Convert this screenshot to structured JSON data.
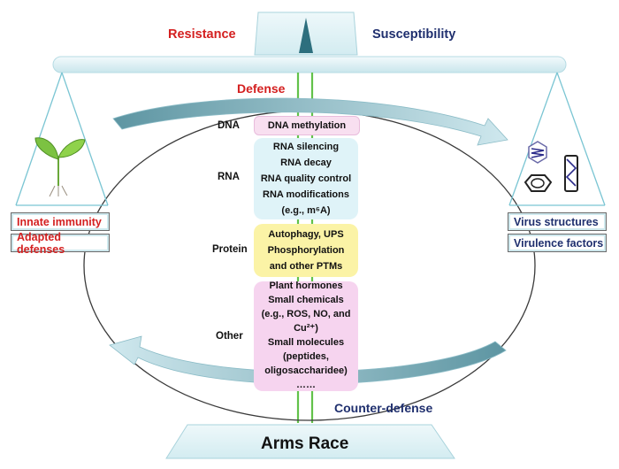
{
  "header": {
    "resistance": "Resistance",
    "susceptibility": "Susceptibility",
    "defense": "Defense",
    "counter_defense": "Counter-defense",
    "arms_race": "Arms Race"
  },
  "levels": {
    "dna": "DNA",
    "rna": "RNA",
    "protein": "Protein",
    "other": "Other"
  },
  "boxes": {
    "dna": [
      "DNA methylation"
    ],
    "rna": [
      "RNA silencing",
      "RNA decay",
      "RNA quality control",
      "RNA modifications",
      "(e.g., m⁶A)"
    ],
    "protein": [
      "Autophagy, UPS",
      "Phosphorylation",
      "and other PTMs"
    ],
    "other": [
      "Plant hormones",
      "Small chemicals",
      "(e.g., ROS, NO, and",
      "Cu²⁺)",
      "Small molecules",
      "(peptides,",
      "oligosaccharidee)",
      "……"
    ]
  },
  "left_pan": {
    "innate": "Innate immunity",
    "adapted": "Adapted defenses"
  },
  "right_pan": {
    "structures": "Virus structures",
    "virulence": "Virulence factors"
  },
  "colors": {
    "red_text": "#d42020",
    "navy_text": "#1f2f6e",
    "beam": "#e4f3f6",
    "dna_box": "#f8dff0",
    "rna_box": "#dff3f8",
    "protein_box": "#fbf3a6",
    "other_box": "#f6d4ef"
  }
}
